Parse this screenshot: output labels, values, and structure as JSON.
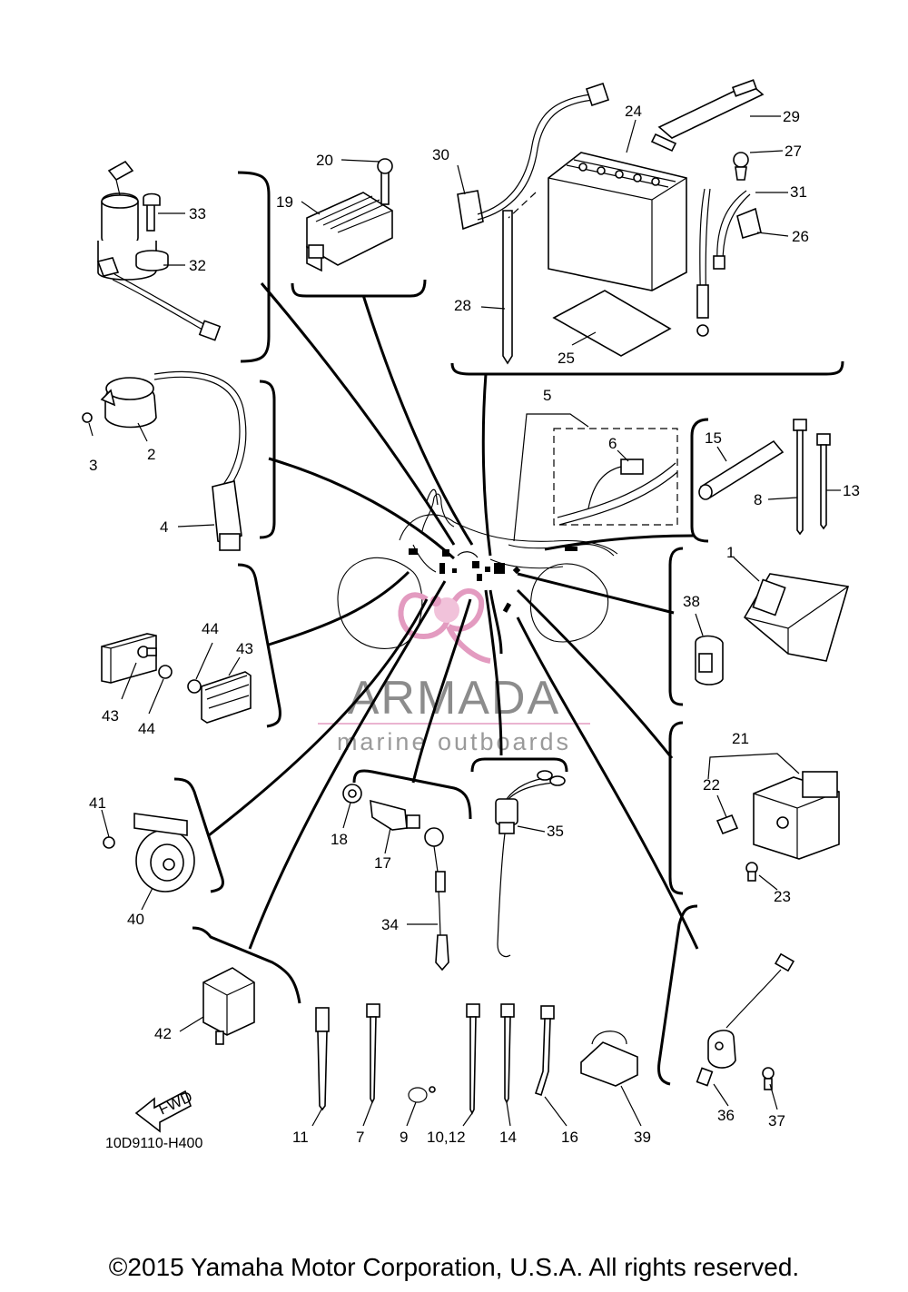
{
  "diagram": {
    "drawing_code": "10D9110-H400",
    "fwd_arrow_label": "FWD",
    "watermark": {
      "brand": "ARMADA",
      "tagline": "marine outboards"
    },
    "copyright": "©2015 Yamaha Motor Corporation, U.S.A. All rights reserved.",
    "callouts": {
      "c1": "1",
      "c2": "2",
      "c3": "3",
      "c4": "4",
      "c5": "5",
      "c6": "6",
      "c7": "7",
      "c8": "8",
      "c9": "9",
      "c10_12": "10,12",
      "c11": "11",
      "c13": "13",
      "c14": "14",
      "c15": "15",
      "c16": "16",
      "c17": "17",
      "c18": "18",
      "c19": "19",
      "c20": "20",
      "c21": "21",
      "c22": "22",
      "c23": "23",
      "c24": "24",
      "c25": "25",
      "c26": "26",
      "c27": "27",
      "c28": "28",
      "c29": "29",
      "c30": "30",
      "c31": "31",
      "c32": "32",
      "c33": "33",
      "c34": "34",
      "c35": "35",
      "c36": "36",
      "c37": "37",
      "c38": "38",
      "c39": "39",
      "c40": "40",
      "c41": "41",
      "c42": "42",
      "c43a": "43",
      "c43b": "43",
      "c44a": "44",
      "c44b": "44"
    }
  }
}
